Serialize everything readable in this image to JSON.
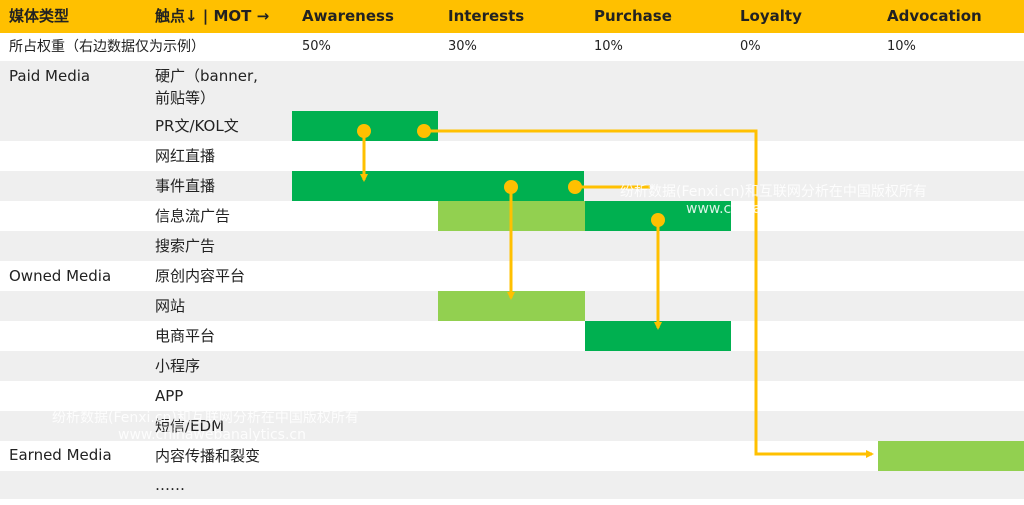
{
  "header": {
    "media_type": "媒体类型",
    "touchpoint_mot": "触点↓ | MOT →",
    "stages": [
      "Awareness",
      "Interests",
      "Purchase",
      "Loyalty",
      "Advocation"
    ]
  },
  "weights": {
    "label": "所占权重（右边数据仅为示例）",
    "values": [
      "50%",
      "30%",
      "10%",
      "0%",
      "10%"
    ]
  },
  "media_groups": {
    "paid": "Paid Media",
    "owned": "Owned Media",
    "earned": "Earned Media"
  },
  "touchpoints": [
    "硬广（banner,\n前贴等）",
    "PR文/KOL文",
    "网红直播",
    "事件直播",
    "信息流广告",
    "搜索广告",
    "原创内容平台",
    "网站",
    "电商平台",
    "小程序",
    "APP",
    "短信/EDM",
    "内容传播和裂变",
    "……"
  ],
  "coverage": [
    {
      "touchpoint": "PR文/KOL文",
      "stages": [
        "Awareness"
      ],
      "shade": "dark"
    },
    {
      "touchpoint": "事件直播",
      "stages": [
        "Awareness",
        "Interests"
      ],
      "shade": "dark"
    },
    {
      "touchpoint": "信息流广告",
      "stages": [
        "Interests"
      ],
      "shade": "light"
    },
    {
      "touchpoint": "信息流广告",
      "stages": [
        "Purchase"
      ],
      "shade": "dark"
    },
    {
      "touchpoint": "网站",
      "stages": [
        "Interests"
      ],
      "shade": "light"
    },
    {
      "touchpoint": "电商平台",
      "stages": [
        "Purchase"
      ],
      "shade": "dark"
    },
    {
      "touchpoint": "内容传播和裂变",
      "stages": [
        "Advocation"
      ],
      "shade": "light"
    }
  ],
  "journey_links": [
    {
      "from": "PR文/KOL文 · Awareness",
      "to": "事件直播 · Awareness"
    },
    {
      "from": "PR文/KOL文 · Awareness",
      "to": "内容传播和裂变 · Advocation"
    },
    {
      "from": "事件直播 · Interests",
      "to": "网站 · Interests"
    },
    {
      "from": "信息流广告 · Purchase",
      "to": "电商平台 · Purchase"
    }
  ],
  "watermarks": [
    {
      "line1": "纷析数据(Fenxi.cn)和互联网分析在中国版权所有",
      "line2": "www.chinawebanalytics.cn"
    },
    {
      "line1": "纷析数据(Fenxi.cn)和互联网分析在中国版权所有",
      "line2": "www.chinawebanalytics.cn"
    }
  ],
  "colors": {
    "header": "#FFC000",
    "dark_green": "#00B050",
    "light_green": "#92D050",
    "arrow": "#FFC000",
    "row_gray": "#EFEFEF"
  }
}
